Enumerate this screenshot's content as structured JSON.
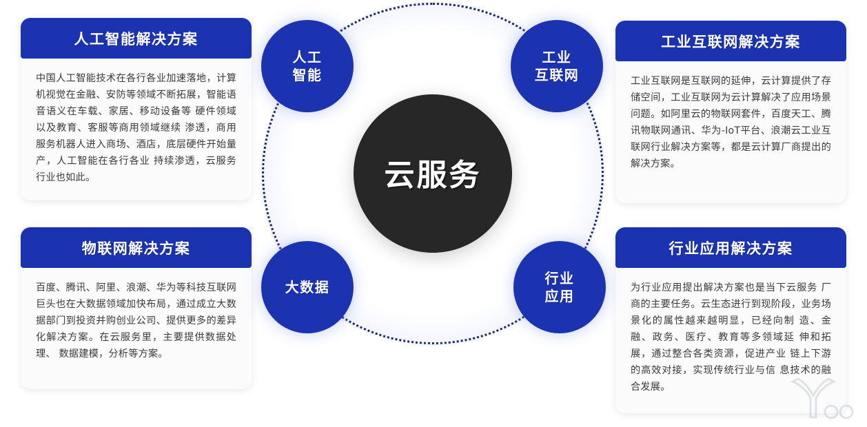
{
  "center": {
    "label": "云服务"
  },
  "nodes": [
    {
      "id": "ai",
      "lines": [
        "人工",
        "智能"
      ]
    },
    {
      "id": "iiot",
      "lines": [
        "工业",
        "互联网"
      ]
    },
    {
      "id": "bigdata",
      "lines": [
        "大数据"
      ]
    },
    {
      "id": "industry",
      "lines": [
        "行业",
        "应用"
      ]
    }
  ],
  "cards": [
    {
      "id": "ai-solution",
      "title": "人工智能解决方案",
      "body": "中国人工智能技术在各行各业加速落地，计算机视觉在金融、安防等领域不断拓展，智能语音语义在车载、家居、移动设备等 硬件领域以及教育、客服等商用领域继续 渗透，商用服务机器人进入商场、酒店，底层硬件开始量产，人工智能在各行各业 持续渗透，云服务行业也如此。"
    },
    {
      "id": "iiot-solution",
      "title": "工业互联网解决方案",
      "body": "工业互联网是互联网的延伸，云计算提供了存储空间，工业互联网为云计算解决了应用场景问题。如阿里云的物联网套件，百度天工、腾讯物联网通讯、华为-IoT平台、浪潮云工业互联网行业解决方案等，都是云计算厂商提出的解决方案。"
    },
    {
      "id": "iot-solution",
      "title": "物联网解决方案",
      "body": "百度、腾讯、阿里、浪潮、华为等科技互联网巨头也在大数据领域加快布局，通过成立大数据部门到投资并购创业公司、提供更多的差异化解决方案。在云服务里，主要提供数据处理、 数据建模，分析等方案。"
    },
    {
      "id": "industry-solution",
      "title": "行业应用解决方案",
      "body": "为行业应用提出解决方案也是当下云服务 厂商的主要任务。云生态进行到现阶段，业务场景化的属性越来越明显，已经向制 造、金融、政务、医疗、教育等多领域延 伸和拓展，通过整合各类资源，促进产业 链上下游的高效对接，实现传统行业与信 息技术的融合发展。"
    }
  ],
  "colors": {
    "brand_blue": "#1b33b0",
    "hub_dark": "#272727",
    "ring_navy": "#1c2a63",
    "body_text": "#3b3b3d",
    "card_bg": "#fbfbfc"
  }
}
